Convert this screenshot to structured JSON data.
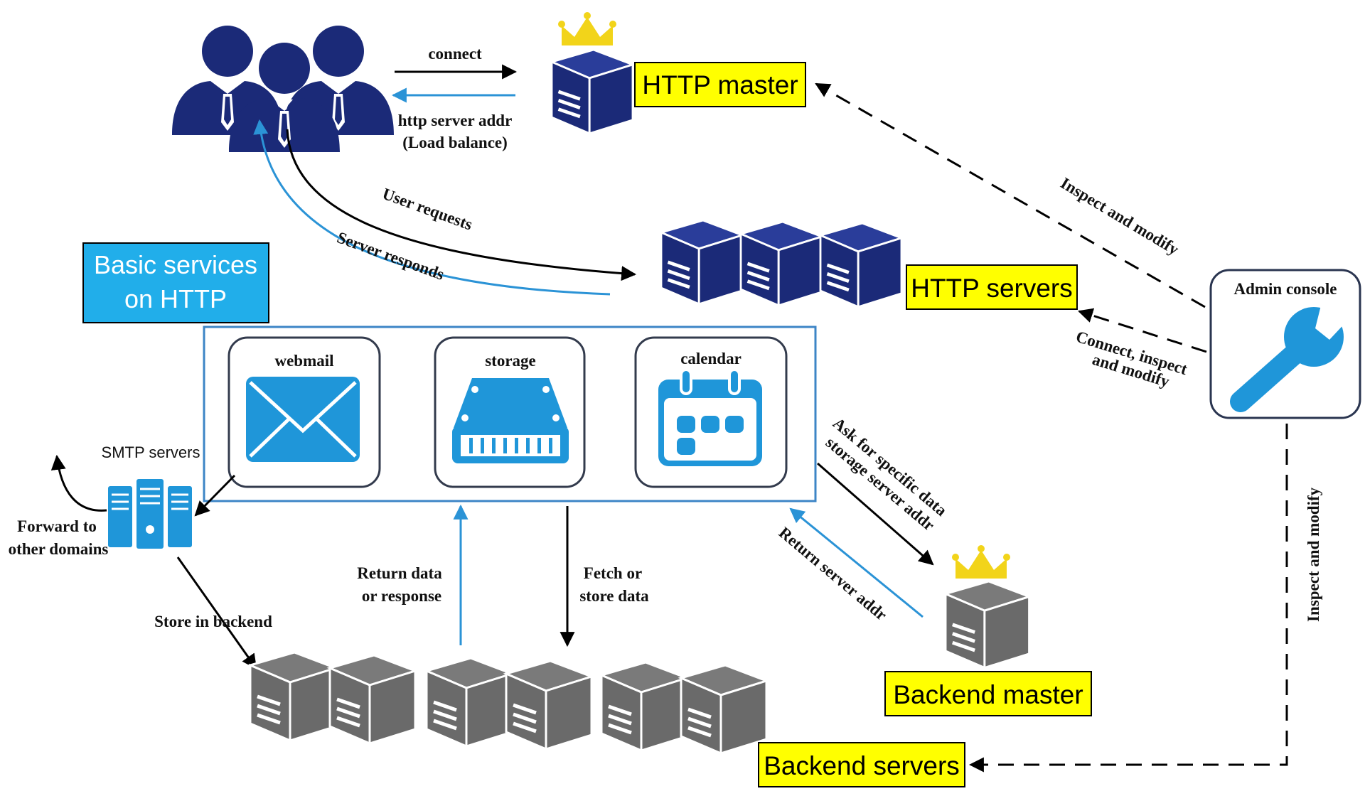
{
  "labels": {
    "http_master": "HTTP master",
    "http_servers": "HTTP servers",
    "backend_master": "Backend master",
    "backend_servers": "Backend servers",
    "basic_services_line1": "Basic services",
    "basic_services_line2": "on HTTP",
    "admin_console": "Admin console",
    "smtp_servers": "SMTP servers"
  },
  "services": {
    "webmail": "webmail",
    "storage": "storage",
    "calendar": "calendar"
  },
  "arrows": {
    "connect": "connect",
    "http_server_addr": "http server addr",
    "load_balance": "(Load balance)",
    "user_requests": "User requests",
    "server_responds": "Server responds",
    "inspect_modify_top": "Inspect and modify",
    "connect_inspect_1": "Connect, inspect",
    "connect_inspect_2": "and modify",
    "inspect_modify_right": "Inspect and modify",
    "ask_specific_1": "Ask for specific data",
    "ask_specific_2": "storage server addr",
    "return_server_addr": "Return server addr",
    "return_data_1": "Return data",
    "return_data_2": "or response",
    "fetch_store_1": "Fetch or",
    "fetch_store_2": "store data",
    "store_backend": "Store in backend",
    "forward_1": "Forward to",
    "forward_2": "other domains"
  },
  "colors": {
    "navy_server": "#1b2a78",
    "gray_server": "#6a6a6a",
    "label_yellow": "#ffff00",
    "service_blue": "#1f96d9",
    "basic_services_bg": "#21aeea",
    "response_arrow": "#2b93d6",
    "crown": "#f2d41a"
  }
}
